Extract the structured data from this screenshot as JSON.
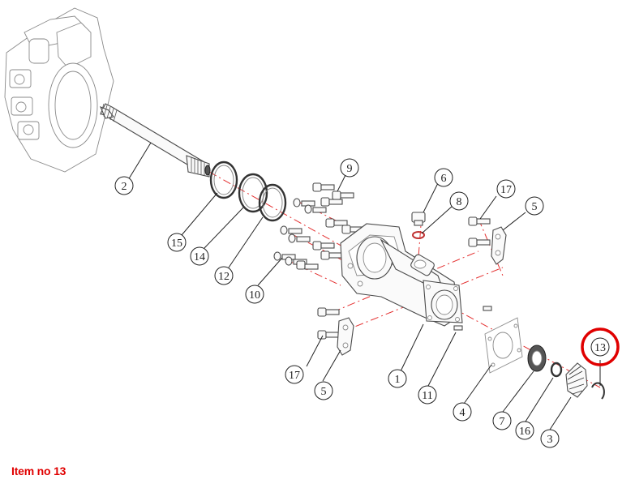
{
  "caption": "Item no 13",
  "highlight_color": "#e00000",
  "axis_color": "#e43030",
  "callouts": [
    {
      "id": "2",
      "label": "2"
    },
    {
      "id": "15",
      "label": "15"
    },
    {
      "id": "14",
      "label": "14"
    },
    {
      "id": "12",
      "label": "12"
    },
    {
      "id": "10",
      "label": "10"
    },
    {
      "id": "9",
      "label": "9"
    },
    {
      "id": "6",
      "label": "6"
    },
    {
      "id": "8",
      "label": "8"
    },
    {
      "id": "17a",
      "label": "17"
    },
    {
      "id": "5a",
      "label": "5"
    },
    {
      "id": "17b",
      "label": "17"
    },
    {
      "id": "5b",
      "label": "5"
    },
    {
      "id": "1",
      "label": "1"
    },
    {
      "id": "11",
      "label": "11"
    },
    {
      "id": "4",
      "label": "4"
    },
    {
      "id": "7",
      "label": "7"
    },
    {
      "id": "16",
      "label": "16"
    },
    {
      "id": "3",
      "label": "3"
    },
    {
      "id": "13",
      "label": "13"
    }
  ]
}
